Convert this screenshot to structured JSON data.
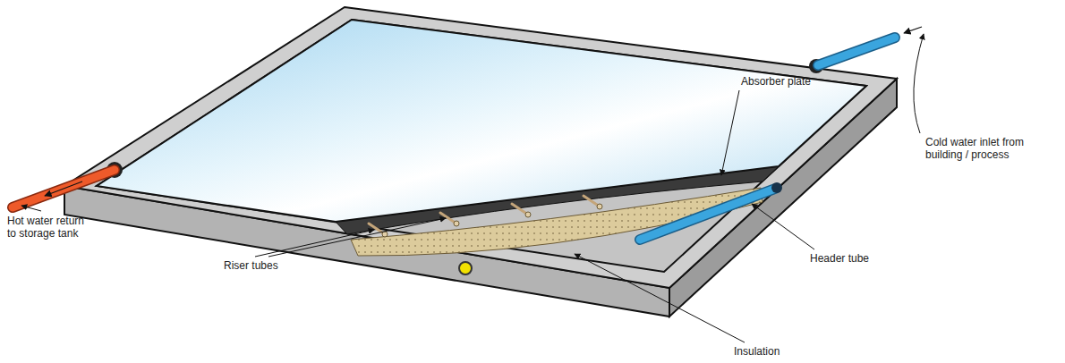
{
  "diagram": {
    "labels": [
      "Absorber plate",
      "Cold water inlet from building / process",
      "Hot water return to storage tank",
      "Riser tubes",
      "Header tube",
      "Insulation"
    ]
  }
}
